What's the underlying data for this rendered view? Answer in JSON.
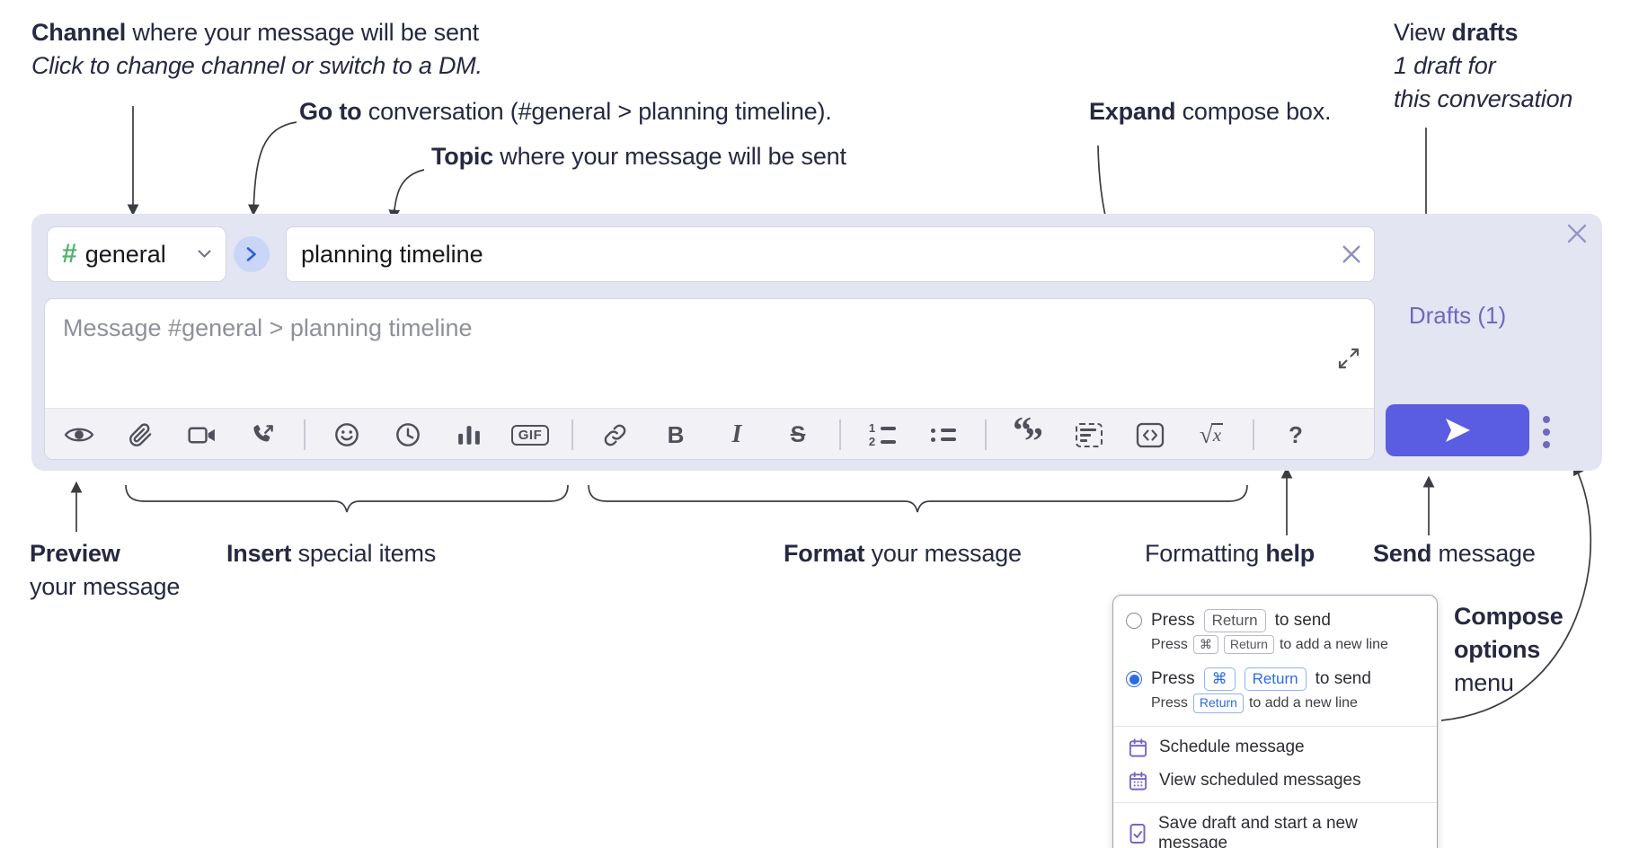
{
  "annotations": {
    "channel": {
      "bold": "Channel",
      "rest": " where your message will be sent",
      "note": "Click to change channel or switch to a DM."
    },
    "goto": {
      "bold": "Go to",
      "rest": " conversation (#general > planning timeline)."
    },
    "topic": {
      "bold": "Topic",
      "rest": " where your message will be sent"
    },
    "expand": {
      "bold": "Expand",
      "rest": " compose box."
    },
    "drafts": {
      "pre": "View ",
      "bold": "drafts",
      "note1": "1 draft for",
      "note2": "this conversation"
    },
    "preview": {
      "bold": "Preview",
      "line2": "your message"
    },
    "insert": {
      "bold": "Insert",
      "rest": " special items"
    },
    "format": {
      "bold": "Format",
      "rest": " your message"
    },
    "help": {
      "pre": "Formatting ",
      "bold": "help"
    },
    "send": {
      "bold": "Send",
      "rest": " message"
    },
    "compose_options": {
      "line1": "Compose",
      "line2": "options",
      "line3": "menu"
    }
  },
  "compose": {
    "channel_hash": "#",
    "channel_name": "general",
    "topic_value": "planning timeline",
    "message_placeholder": "Message #general > planning timeline",
    "drafts_link": "Drafts (1)",
    "toolbar_icons": [
      "preview-eye",
      "attach-paperclip",
      "video-call-camera",
      "audio-call-phone",
      "emoji-smiley",
      "time-clock",
      "poll-bar-chart",
      "gif",
      "link",
      "bold",
      "italic",
      "strikethrough",
      "numbered-list",
      "bulleted-list",
      "quote",
      "spoiler",
      "code",
      "math",
      "formatting-help"
    ],
    "gif_label": "GIF",
    "bold_label": "B",
    "italic_label": "I",
    "strike_label": "S",
    "ol_1": "1",
    "ol_2": "2",
    "quote_open": "“",
    "quote_close": "”",
    "math_root": "√",
    "math_var": "x",
    "help_label": "?"
  },
  "menu": {
    "opt1": {
      "press": "Press",
      "key": "Return",
      "rest": "to send"
    },
    "opt1_sub": {
      "press": "Press",
      "key1": "⌘",
      "key2": "Return",
      "rest": "to add a new line"
    },
    "opt2": {
      "press": "Press",
      "key1": "⌘",
      "key2": "Return",
      "rest": "to send"
    },
    "opt2_sub": {
      "press": "Press",
      "key": "Return",
      "rest": "to add a new line"
    },
    "item_schedule": "Schedule message",
    "item_view_scheduled": "View scheduled messages",
    "item_save_draft": "Save draft and start a new message"
  },
  "colors": {
    "compose_bg": "#e3e5f2",
    "accent_send": "#5a5ce1",
    "channel_hash_green": "#4fb26d",
    "goto_circle_bg": "#c9d6f8",
    "goto_chevron_blue": "#2e5fd8",
    "drafts_link_purple": "#6e68c4",
    "radio_selected_blue": "#2b6ce6",
    "menu_icon_purple": "#7468c4",
    "annotation_ink": "#262941"
  }
}
